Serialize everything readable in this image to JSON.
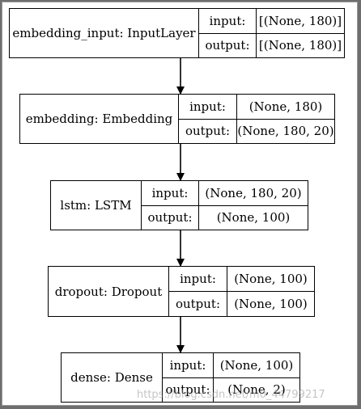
{
  "nodes": [
    {
      "name": "embedding_input: InputLayer",
      "input_label": "input:",
      "input_value": "[(None, 180)]",
      "output_label": "output:",
      "output_value": "[(None, 180)]"
    },
    {
      "name": "embedding: Embedding",
      "input_label": "input:",
      "input_value": "(None, 180)",
      "output_label": "output:",
      "output_value": "(None, 180, 20)"
    },
    {
      "name": "lstm: LSTM",
      "input_label": "input:",
      "input_value": "(None, 180, 20)",
      "output_label": "output:",
      "output_value": "(None, 100)"
    },
    {
      "name": "dropout: Dropout",
      "input_label": "input:",
      "input_value": "(None, 100)",
      "output_label": "output:",
      "output_value": "(None, 100)"
    },
    {
      "name": "dense: Dense",
      "input_label": "input:",
      "input_value": "(None, 100)",
      "output_label": "output:",
      "output_value": "(None, 2)"
    }
  ],
  "watermark": "https://blog.csdn.net/m0_44799217"
}
